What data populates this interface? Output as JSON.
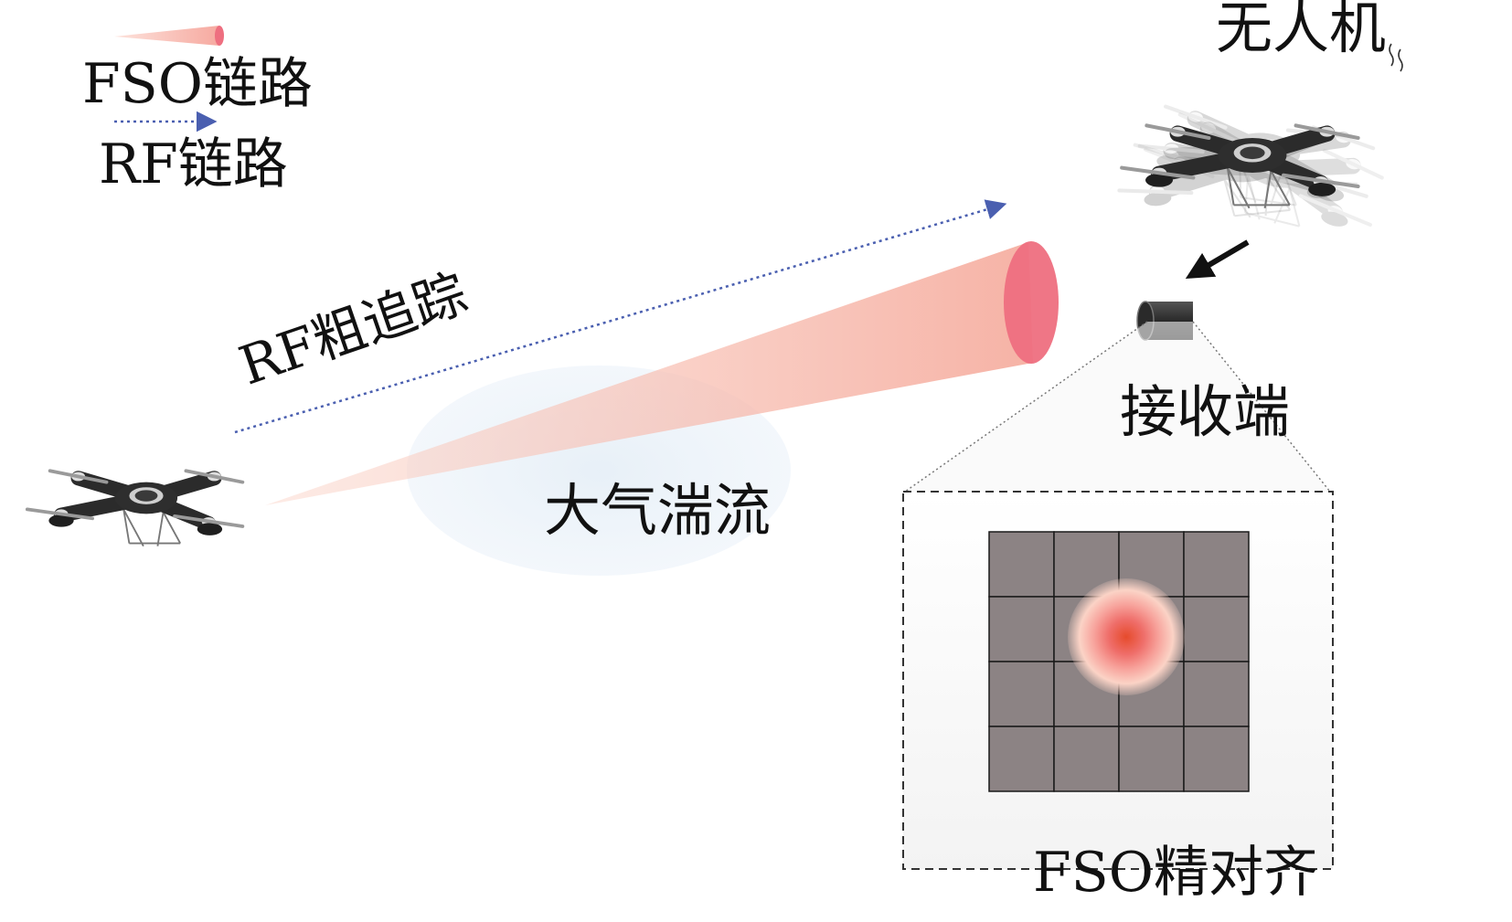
{
  "legend": {
    "fso_link": "FSO链路",
    "rf_link": "RF链路"
  },
  "labels": {
    "uav": "无人机",
    "rf_coarse_tracking": "RF粗追踪",
    "atmospheric_turbulence": "大气湍流",
    "receiver": "接收端",
    "fso_fine_alignment": "FSO精对齐"
  },
  "colors": {
    "fso_beam": "#f4a090",
    "fso_beam_end": "#ee6f80",
    "rf_link": "#4a5fb0",
    "turbulence": "#e8f1f8",
    "detector_cell": "#8c8384",
    "spot_center": "#e64b2c"
  },
  "icons": {
    "transmitter_uav": "drone-icon",
    "receiver_uav": "drone-icon",
    "receiver_device": "camera-icon",
    "motion_arrow": "arrow-icon"
  },
  "detector_grid": {
    "rows": 4,
    "cols": 4
  }
}
